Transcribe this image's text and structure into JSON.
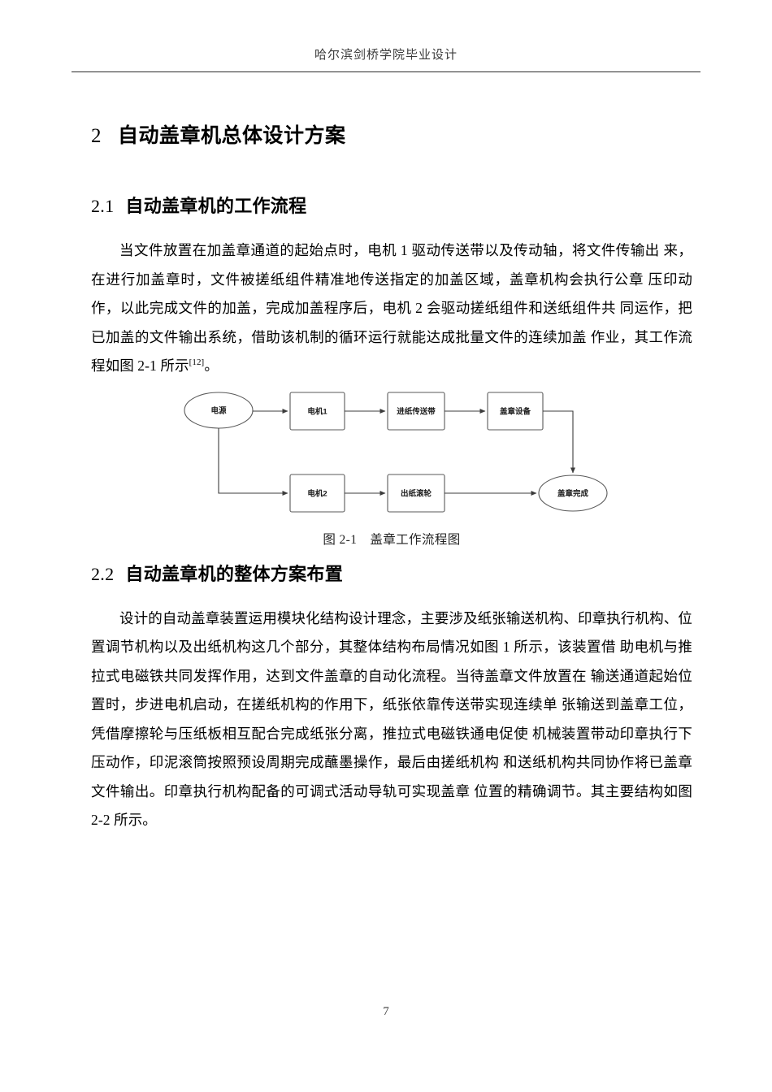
{
  "header": {
    "text": "哈尔滨剑桥学院毕业设计"
  },
  "footer": {
    "page_number": "7"
  },
  "chapter": {
    "number": "2",
    "title": "自动盖章机总体设计方案"
  },
  "sections": [
    {
      "number": "2.1",
      "title": "自动盖章机的工作流程",
      "paragraph": "当文件放置在加盖章通道的起始点时，电机 1 驱动传送带以及传动轴，将文件传输出 来，在进行加盖章时，文件被搓纸组件精准地传送指定的加盖区域，盖章机构会执行公章 压印动作，以此完成文件的加盖，完成加盖程序后，电机 2 会驱动搓纸组件和送纸组件共 同运作，把已加盖的文件输出系统，借助该机制的循环运行就能达成批量文件的连续加盖 作业，其工作流程如图 2-1 所示",
      "citation": "[12]",
      "paragraph_tail": "。"
    },
    {
      "number": "2.2",
      "title": "自动盖章机的整体方案布置",
      "paragraph": "设计的自动盖章装置运用模块化结构设计理念，主要涉及纸张输送机构、印章执行机构、位置调节机构以及出纸机构这几个部分，其整体结构布局情况如图 1 所示，该装置借 助电机与推拉式电磁铁共同发挥作用，达到文件盖章的自动化流程。当待盖章文件放置在 输送通道起始位置时，步进电机启动，在搓纸机构的作用下，纸张依靠传送带实现连续单 张输送到盖章工位，凭借摩擦轮与压纸板相互配合完成纸张分离，推拉式电磁铁通电促使 机械装置带动印章执行下压动作，印泥滚筒按照预设周期完成蘸墨操作，最后由搓纸机构 和送纸机构共同协作将已盖章文件输出。印章执行机构配备的可调式活动导轨可实现盖章 位置的精确调节。其主要结构如图 2-2 所示。"
    }
  ],
  "figure": {
    "caption_label": "图 2-1",
    "caption_text": "盖章工作流程图",
    "nodes": {
      "power": "电源",
      "motor1": "电机1",
      "feed_belt": "进纸传送带",
      "stamp_device": "盖章设备",
      "motor2": "电机2",
      "output_roller": "出纸滚轮",
      "stamp_done": "盖章完成"
    }
  },
  "colors": {
    "node_stroke": "#5a5a5a",
    "arrow": "#3c3c3c",
    "text": "#1a1a1a",
    "rule": "#2b2b2b"
  }
}
